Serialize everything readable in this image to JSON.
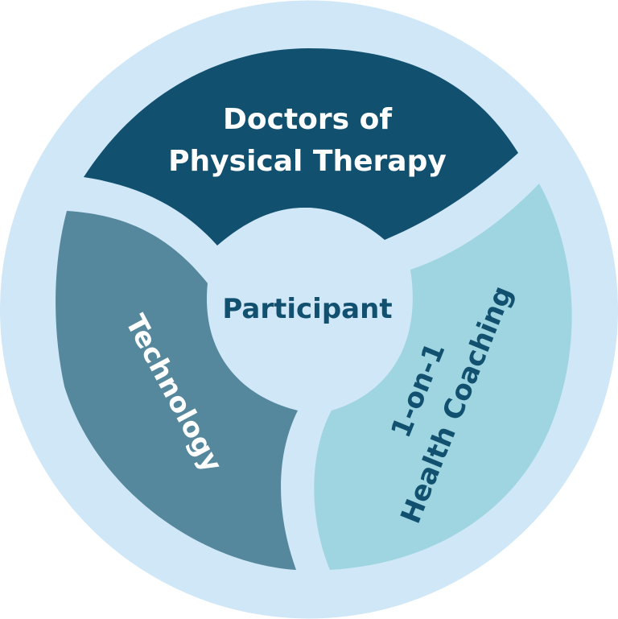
{
  "diagram": {
    "center_label": "Participant",
    "segments": [
      {
        "id": "doctors",
        "lines": [
          "Doctors of",
          "Physical Therapy"
        ]
      },
      {
        "id": "technology",
        "lines": [
          "Technology"
        ]
      },
      {
        "id": "coaching",
        "lines": [
          "1-on-1",
          "Health Coaching"
        ]
      }
    ]
  },
  "colors": {
    "outer_ring": "#cfe7f7",
    "doctors_segment": "#11506f",
    "technology_segment": "#55879d",
    "coaching_segment": "#9ed5e0",
    "center_circle": "#cfe7f7",
    "center_text": "#11506f",
    "light_text": "#ffffff",
    "coaching_text": "#11506f"
  }
}
